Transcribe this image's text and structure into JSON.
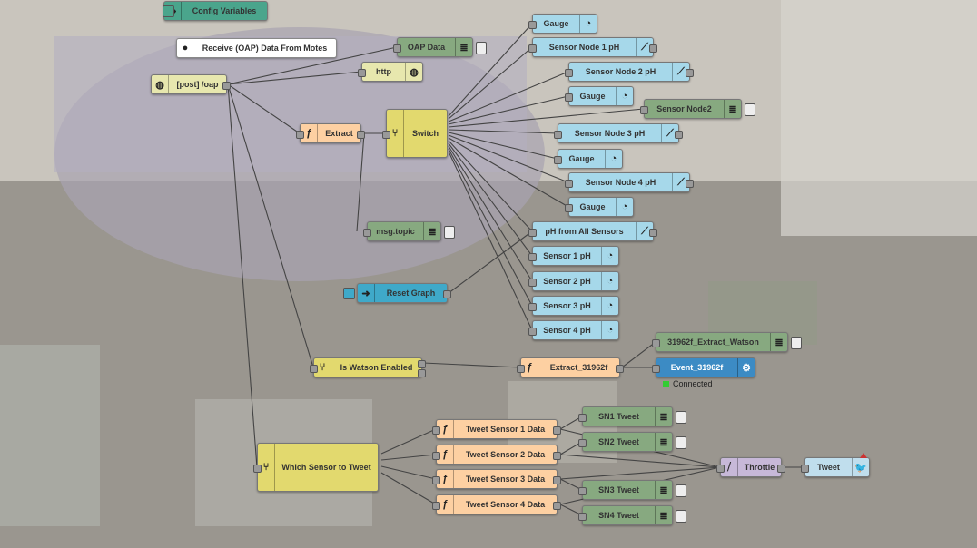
{
  "nodes": {
    "config_variables": "Config Variables",
    "comment": "Receive (OAP) Data From Motes",
    "post_oap": "[post] /oap",
    "oap_data": "OAP Data",
    "http": "http",
    "extract": "Extract",
    "switch": "Switch",
    "msg_topic": "msg.topic",
    "reset_graph": "Reset Graph",
    "gauge_1": "Gauge",
    "sensor_node_1": "Sensor Node 1 pH",
    "sensor_node_2": "Sensor Node 2 pH",
    "gauge_2": "Gauge",
    "sensor_node2": "Sensor Node2",
    "sensor_node_3": "Sensor Node 3 pH",
    "gauge_3": "Gauge",
    "sensor_node_4": "Sensor Node 4 pH",
    "gauge_4": "Gauge",
    "ph_all": "pH from All Sensors",
    "sensor_1": "Sensor 1 pH",
    "sensor_2": "Sensor 2 pH",
    "sensor_3": "Sensor 3 pH",
    "sensor_4": "Sensor 4 pH",
    "is_watson": "Is Watson Enabled",
    "extract_31962f": "Extract_31962f",
    "watson_debug": "31962f_Extract_Watson",
    "event_31962f": "Event_31962f",
    "connected": "Connected",
    "which_sensor": "Which Sensor to Tweet",
    "tweet_1": "Tweet Sensor 1 Data",
    "tweet_2": "Tweet Sensor 2 Data",
    "tweet_3": "Tweet Sensor 3 Data",
    "tweet_4": "Tweet Sensor 4 Data",
    "sn1": "SN1 Tweet",
    "sn2": "SN2 Tweet",
    "sn3": "SN3 Tweet",
    "sn4": "SN4 Tweet",
    "throttle": "Throttle",
    "tweet": "Tweet"
  },
  "colors": {
    "ui": "#a6d8ea",
    "function": "#fdd0a2",
    "switch": "#e2d96e",
    "debug": "#87a980",
    "inject": "#3fa9c9",
    "watson": "#3c8bc4",
    "status_connected": "#33cc33"
  }
}
